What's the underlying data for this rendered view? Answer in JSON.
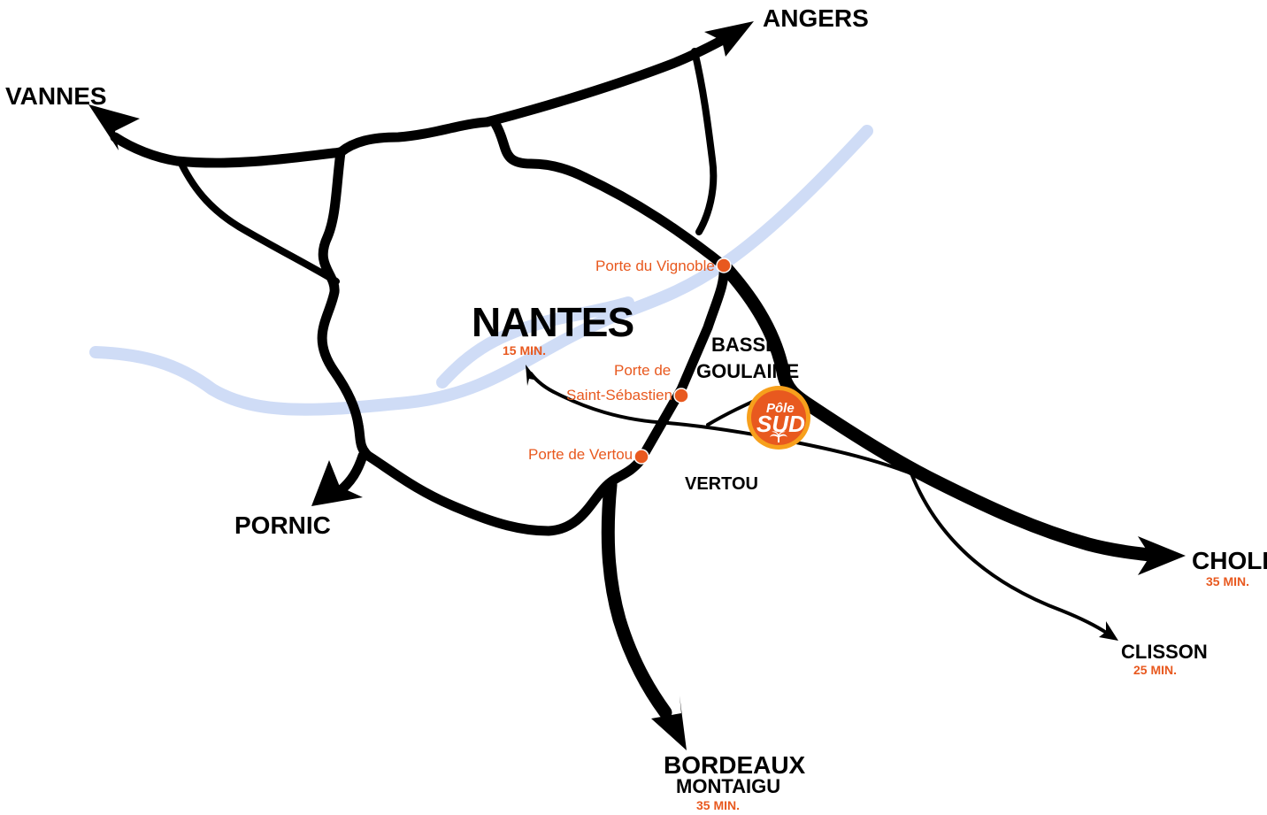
{
  "cities": {
    "angers": "ANGERS",
    "vannes": "VANNES",
    "pornic": "PORNIC",
    "nantes": "NANTES",
    "nantes_time": "15 MIN.",
    "basse_line1": "BASSE",
    "basse_line2": "GOULAINE",
    "vertou": "VERTOU",
    "cholet": "CHOLET",
    "cholet_time": "35 MIN.",
    "clisson": "CLISSON",
    "clisson_time": "25 MIN.",
    "bordeaux": "BORDEAUX",
    "montaigu": "MONTAIGU",
    "bordeaux_time": "35 MIN."
  },
  "portes": {
    "vignoble": "Porte du Vignoble",
    "sebastien_line1": "Porte de",
    "sebastien_line2": "Saint-Sébastien",
    "vertou": "Porte de Vertou"
  },
  "logo": {
    "line1": "Pôle",
    "line2": "SUD"
  },
  "colors": {
    "road": "#000000",
    "river": "#cfdcf6",
    "accent": "#e8591f",
    "logo_outer": "#f7a01c",
    "logo_inner": "#e8591f"
  }
}
